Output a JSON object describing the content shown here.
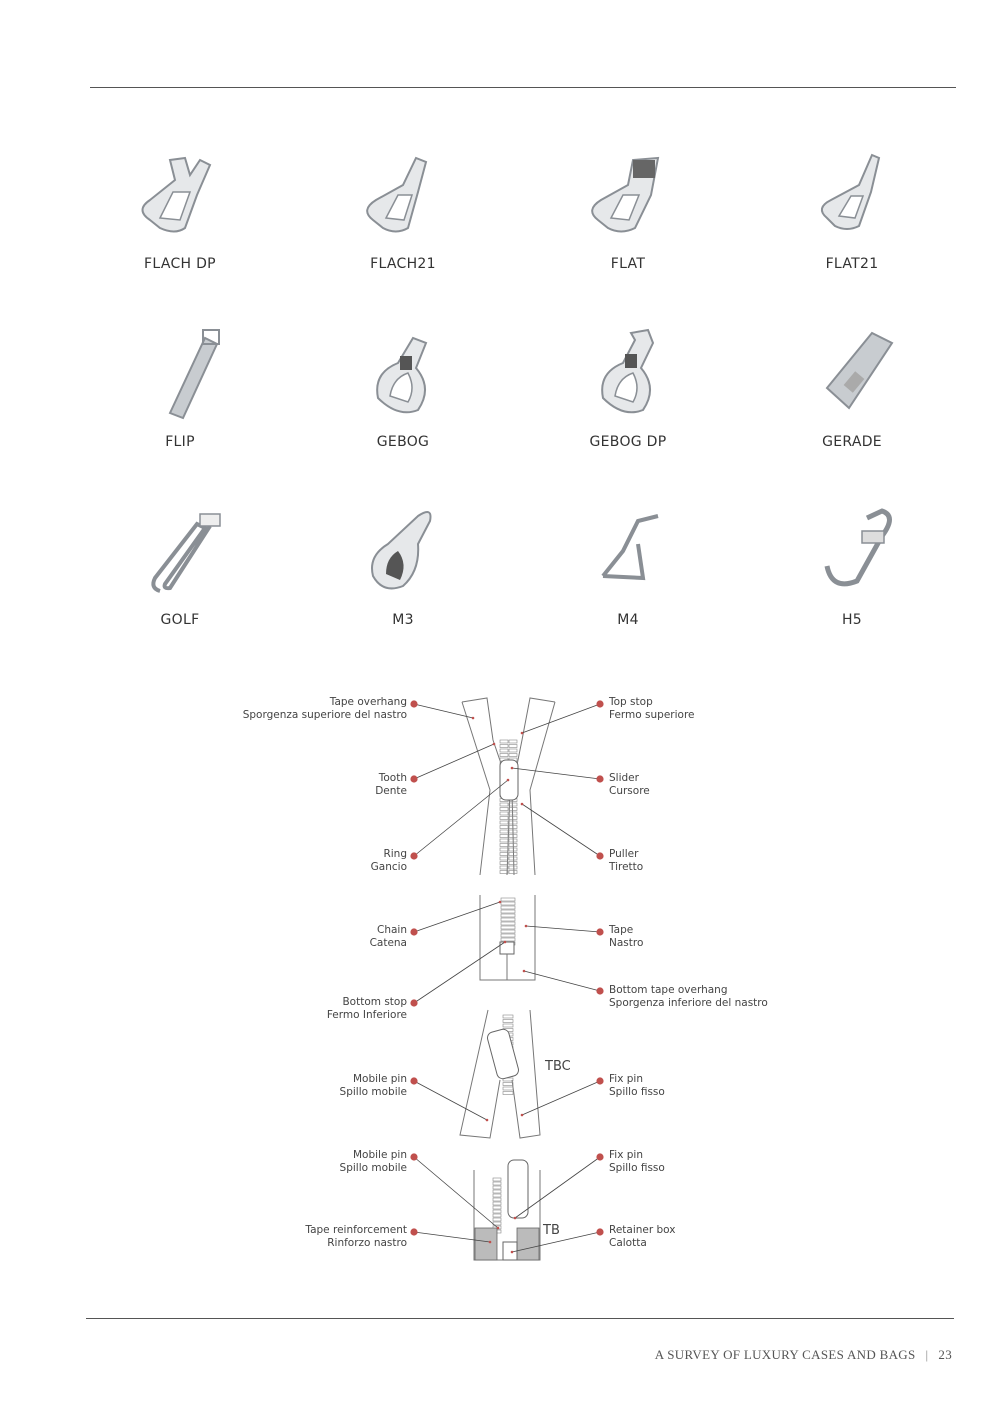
{
  "pullers": [
    {
      "label": "FLACH DP",
      "icon": "flach-dp-puller-icon"
    },
    {
      "label": "FLACH21",
      "icon": "flach21-puller-icon"
    },
    {
      "label": "FLAT",
      "icon": "flat-puller-icon"
    },
    {
      "label": "FLAT21",
      "icon": "flat21-puller-icon"
    },
    {
      "label": "FLIP",
      "icon": "flip-puller-icon"
    },
    {
      "label": "GEBOG",
      "icon": "gebog-puller-icon"
    },
    {
      "label": "GEBOG DP",
      "icon": "gebog-dp-puller-icon"
    },
    {
      "label": "GERADE",
      "icon": "gerade-puller-icon"
    },
    {
      "label": "GOLF",
      "icon": "golf-puller-icon"
    },
    {
      "label": "M3",
      "icon": "m3-puller-icon"
    },
    {
      "label": "M4",
      "icon": "m4-puller-icon"
    },
    {
      "label": "H5",
      "icon": "h5-puller-icon"
    }
  ],
  "diagram": {
    "left_callouts": [
      {
        "en": "Tape overhang",
        "it": "Sporgenza superiore del nastro"
      },
      {
        "en": "Tooth",
        "it": "Dente"
      },
      {
        "en": "Ring",
        "it": "Gancio"
      },
      {
        "en": "Chain",
        "it": "Catena"
      },
      {
        "en": "Bottom stop",
        "it": "Fermo Inferiore"
      },
      {
        "en": "Mobile pin",
        "it": "Spillo mobile"
      },
      {
        "en": "Mobile pin",
        "it": "Spillo mobile"
      },
      {
        "en": "Tape reinforcement",
        "it": "Rinforzo nastro"
      }
    ],
    "right_callouts": [
      {
        "en": "Top stop",
        "it": "Fermo superiore"
      },
      {
        "en": "Slider",
        "it": "Cursore"
      },
      {
        "en": "Puller",
        "it": "Tiretto"
      },
      {
        "en": "Tape",
        "it": "Nastro"
      },
      {
        "en": "Bottom tape overhang",
        "it": "Sporgenza inferiore del nastro"
      },
      {
        "en": "Fix pin",
        "it": "Spillo fisso"
      },
      {
        "en": "Fix pin",
        "it": "Spillo fisso"
      },
      {
        "en": "Retainer box",
        "it": "Calotta"
      }
    ],
    "tags": {
      "tbc": "TBC",
      "tb": "TB"
    },
    "marker_color": "#c0504d"
  },
  "footer": {
    "title": "A SURVEY OF LUXURY CASES AND BAGS",
    "separator": "|",
    "page": "23"
  }
}
